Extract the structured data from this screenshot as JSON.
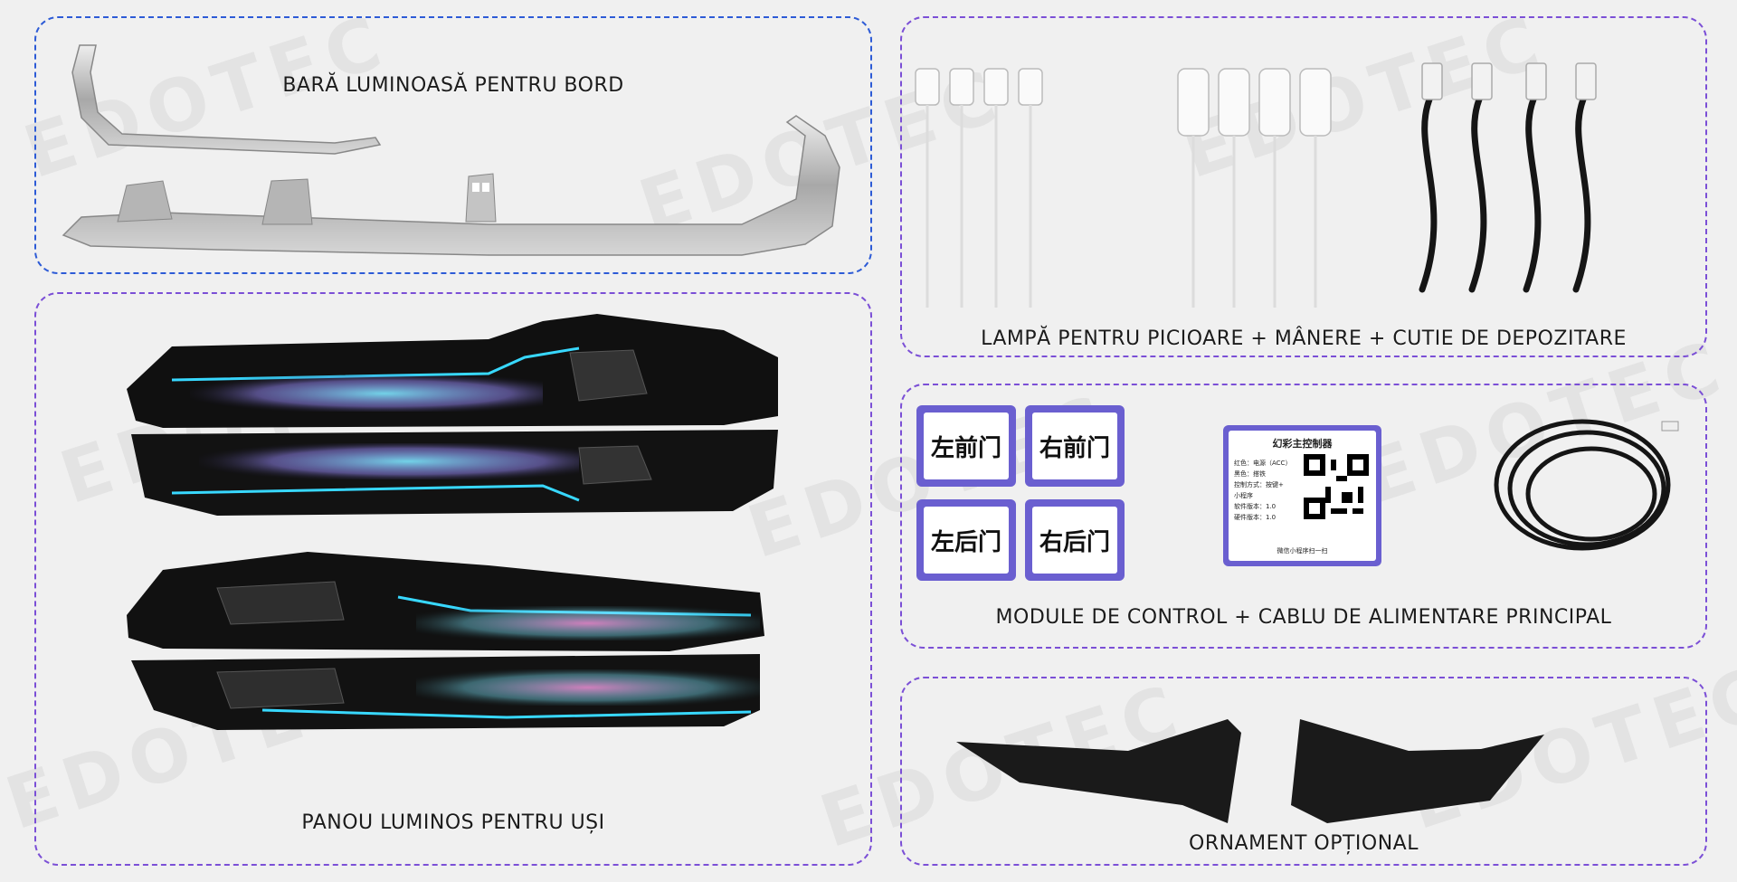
{
  "brand": {
    "watermark": "EDOTEC",
    "accent": "#7b4fd6",
    "border_alt": "#2d5bd6"
  },
  "panels": {
    "dashboard": {
      "label": "BARĂ LUMINOASĂ PENTRU BORD"
    },
    "door": {
      "label": "PANOU LUMINOS PENTRU UȘI"
    },
    "footwell": {
      "label": "LAMPĂ PENTRU PICIOARE + MÂNERE + CUTIE DE DEPOZITARE"
    },
    "modules": {
      "label": "MODULE DE CONTROL + CABLU DE ALIMENTARE PRINCIPAL",
      "door_labels": [
        "左前门",
        "右前门",
        "左后门",
        "右后门"
      ],
      "controller": {
        "title": "幻彩主控制器",
        "lines": [
          "红色：电源（ACC）",
          "黑色：搭铁",
          "控制方式：按键+",
          "小程序",
          "软件版本：1.0",
          "硬件版本：1.0"
        ],
        "footer": "微信小程序扫一扫"
      }
    },
    "trim": {
      "label": "ORNAMENT OPȚIONAL"
    }
  }
}
